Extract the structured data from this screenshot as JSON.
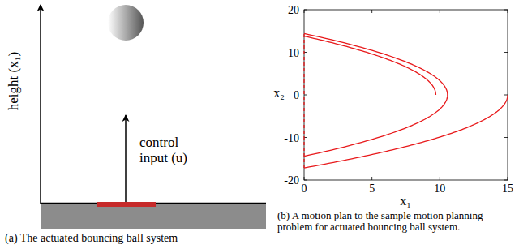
{
  "diagram": {
    "labels": [
      "height (x₁)",
      "control input (u)",
      "(a) The actuated bouncing ball system",
      "20",
      "10",
      "0",
      "-10",
      "-20",
      "0",
      "5",
      "10",
      "15",
      "x₂",
      "x₁",
      "(b) A motion plan to the sample motion planning problem for actuated bouncing ball system."
    ]
  }
}
